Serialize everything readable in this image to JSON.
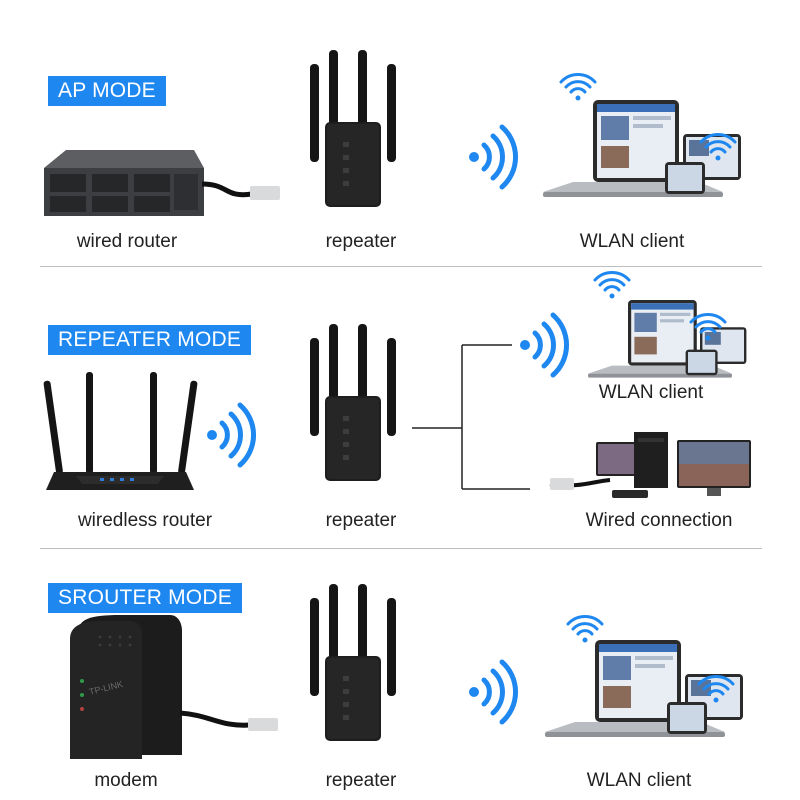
{
  "colors": {
    "accent": "#1e88f0",
    "device": "#1c1c1c",
    "signal": "#1e88f0",
    "text": "#222222",
    "divider": "#bdbdbd"
  },
  "modes": [
    {
      "title": "AP MODE",
      "source_label": "wired router",
      "repeater_label": "repeater",
      "client_label": "WLAN client"
    },
    {
      "title": "REPEATER MODE",
      "source_label": "wiredless router",
      "repeater_label": "repeater",
      "client_label": "WLAN client",
      "wired_label": "Wired connection"
    },
    {
      "title": "SROUTER MODE",
      "source_label": "modem",
      "repeater_label": "repeater",
      "client_label": "WLAN client",
      "modem_brand": "TP-LINK"
    }
  ],
  "icons": [
    "wired-router-icon",
    "repeater-icon",
    "wifi-signal-icon",
    "laptop-icon",
    "tablet-icon",
    "phone-icon",
    "wireless-router-icon",
    "desktop-pc-icon",
    "monitor-icon",
    "modem-icon",
    "ethernet-cable-icon"
  ]
}
